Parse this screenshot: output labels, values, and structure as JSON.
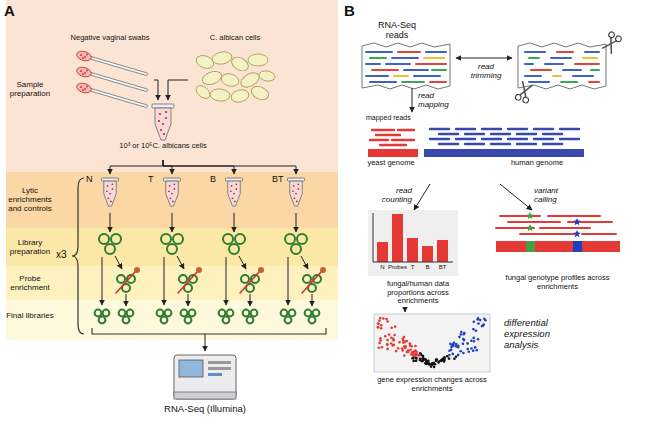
{
  "diagram": {
    "nodes": [
      {
        "text": [
          "Negative vaginal swabs"
        ]
      },
      {
        "text": [
          "C. albican cells"
        ]
      },
      {
        "text": [
          "10³ or 10⁵C. albicans cells"
        ]
      },
      {
        "text": [
          "N"
        ]
      },
      {
        "text": [
          "T"
        ]
      },
      {
        "text": [
          "B"
        ]
      },
      {
        "text": [
          "BT"
        ]
      },
      {
        "text": [
          "RNA-Seq (Illumina)"
        ]
      },
      {
        "text": [
          "RNA-Seq reads"
        ]
      },
      {
        "text": [
          "mapped reads",
          "yeast genome",
          "human genome"
        ]
      },
      {
        "text": [
          "N",
          "Probes",
          "T",
          "B",
          "BT",
          "fungal/human data proportions across enrichments"
        ]
      },
      {
        "text": [
          "fungal genotype profiles across enrichments"
        ]
      },
      {
        "text": [
          "gene expression changes across enrichments"
        ]
      }
    ],
    "edges": [
      {
        "from": 0,
        "to": 2,
        "arrow": "to"
      },
      {
        "from": 1,
        "to": 2,
        "arrow": "to"
      },
      {
        "from": 2,
        "to": 3,
        "arrow": "to"
      },
      {
        "from": 2,
        "to": 4,
        "arrow": "to"
      },
      {
        "from": 2,
        "to": 5,
        "arrow": "to"
      },
      {
        "from": 2,
        "to": 6,
        "arrow": "to"
      },
      {
        "from": 8,
        "to": 9,
        "label": "read mapping",
        "arrow": "to"
      },
      {
        "from": 9,
        "to": 10,
        "label": "read counting",
        "arrow": "to"
      },
      {
        "from": 9,
        "to": 11,
        "label": "variant calling",
        "arrow": "to"
      },
      {
        "from": 10,
        "to": 12,
        "arrow": "to"
      }
    ],
    "labels": [
      "A",
      "Sample preparation",
      "Lytic enrichments and controls",
      "Library preparation",
      "Probe enrichment",
      "Final libraries",
      "x3",
      "B",
      "read trimming",
      "differential expression analysis"
    ]
  }
}
